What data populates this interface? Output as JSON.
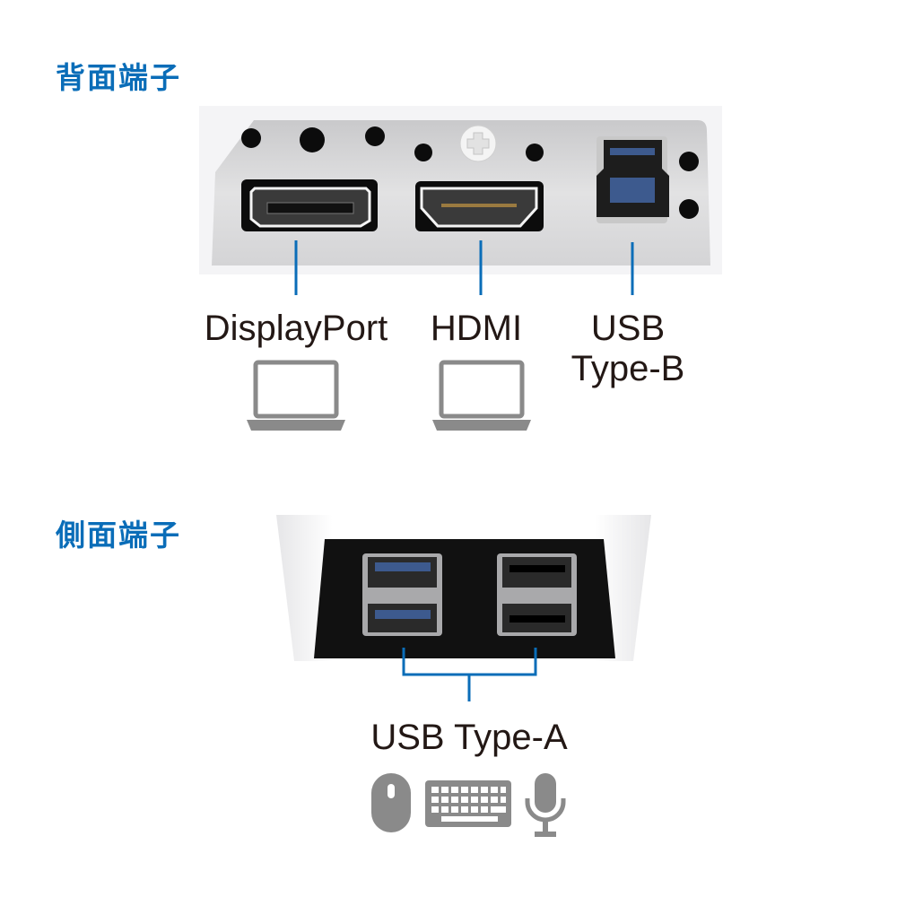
{
  "sections": {
    "rear": {
      "title": "背面端子",
      "ports": [
        {
          "label": "DisplayPort",
          "icon": "laptop-icon"
        },
        {
          "label": "HDMI",
          "icon": "laptop-icon"
        },
        {
          "label_line1": "USB",
          "label_line2": "Type-B"
        }
      ]
    },
    "side": {
      "title": "側面端子",
      "port_label": "USB Type-A",
      "devices": [
        "mouse-icon",
        "keyboard-icon",
        "microphone-icon"
      ]
    }
  },
  "colors": {
    "accent": "#0a6db8",
    "usb3_blue": "#3d5a8e",
    "icon_gray": "#8a8a8a"
  }
}
